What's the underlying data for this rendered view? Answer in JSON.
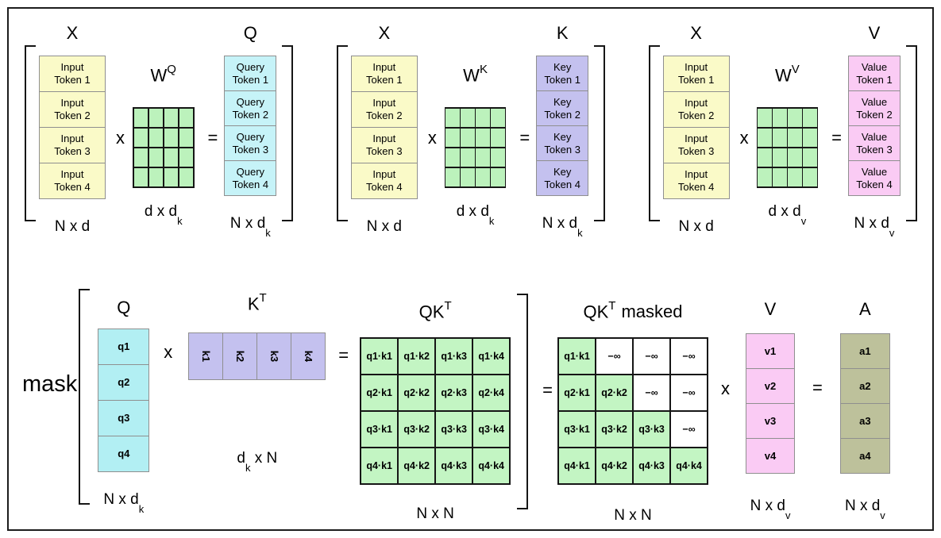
{
  "colors": {
    "input_yellow": "#FAFAC8",
    "weight_green": "#BCF2BC",
    "qk_green": "#C3F5C3",
    "query_cyan": "#C6F3F8",
    "key_lavender": "#C4C1EF",
    "value_pink": "#FACBF4",
    "attention_olive": "#BDC19B",
    "mask_white": "#FFFFFF",
    "line_black": "#161616",
    "cell_border_gray": "#8F8F8F"
  },
  "top_row": {
    "groups": [
      {
        "input": {
          "title": "X",
          "cells": [
            "Input\nToken 1",
            "Input\nToken 2",
            "Input\nToken 3",
            "Input\nToken 4"
          ],
          "dim": {
            "pre": "N x d",
            "sub": "",
            "post": ""
          }
        },
        "op_mul": "x",
        "weight": {
          "base": "W",
          "sup": "Q",
          "dim": {
            "pre": "d x d",
            "sub": "k",
            "post": ""
          }
        },
        "op_eq": "=",
        "result": {
          "title": "Q",
          "cells": [
            "Query\nToken 1",
            "Query\nToken 2",
            "Query\nToken 3",
            "Query\nToken 4"
          ],
          "dim": {
            "pre": "N x d",
            "sub": "k",
            "post": ""
          }
        }
      },
      {
        "input": {
          "title": "X",
          "cells": [
            "Input\nToken 1",
            "Input\nToken 2",
            "Input\nToken 3",
            "Input\nToken 4"
          ],
          "dim": {
            "pre": "N x d",
            "sub": "",
            "post": ""
          }
        },
        "op_mul": "x",
        "weight": {
          "base": "W",
          "sup": "K",
          "dim": {
            "pre": "d x d",
            "sub": "k",
            "post": ""
          }
        },
        "op_eq": "=",
        "result": {
          "title": "K",
          "cells": [
            "Key\nToken 1",
            "Key\nToken 2",
            "Key\nToken 3",
            "Key\nToken 4"
          ],
          "dim": {
            "pre": "N x d",
            "sub": "k",
            "post": ""
          }
        }
      },
      {
        "input": {
          "title": "X",
          "cells": [
            "Input\nToken 1",
            "Input\nToken 2",
            "Input\nToken 3",
            "Input\nToken 4"
          ],
          "dim": {
            "pre": "N x d",
            "sub": "",
            "post": ""
          }
        },
        "op_mul": "x",
        "weight": {
          "base": "W",
          "sup": "V",
          "dim": {
            "pre": "d x d",
            "sub": "v",
            "post": ""
          }
        },
        "op_eq": "=",
        "result": {
          "title": "V",
          "cells": [
            "Value\nToken 1",
            "Value\nToken 2",
            "Value\nToken 3",
            "Value\nToken 4"
          ],
          "dim": {
            "pre": "N x d",
            "sub": "v",
            "post": ""
          }
        }
      }
    ]
  },
  "bottom_row": {
    "mask_label": "mask",
    "q": {
      "title": "Q",
      "cells": [
        "q1",
        "q2",
        "q3",
        "q4"
      ],
      "dim": {
        "pre": "N x d",
        "sub": "k",
        "post": ""
      }
    },
    "op_mul1": "x",
    "kt": {
      "title_base": "K",
      "title_sup": "T",
      "cells": [
        "k1",
        "k2",
        "k3",
        "k4"
      ],
      "dim": {
        "pre": "d",
        "sub": "k",
        "post": " x N"
      }
    },
    "op_eq1": "=",
    "qk": {
      "title_base": "QK",
      "title_sup": "T",
      "title_suffix": "",
      "rows": [
        [
          "q1·k1",
          "q1·k2",
          "q1·k3",
          "q1·k4"
        ],
        [
          "q2·k1",
          "q2·k2",
          "q2·k3",
          "q2·k4"
        ],
        [
          "q3·k1",
          "q3·k2",
          "q3·k3",
          "q3·k4"
        ],
        [
          "q4·k1",
          "q4·k2",
          "q4·k3",
          "q4·k4"
        ]
      ],
      "dim": {
        "pre": "N x N",
        "sub": "",
        "post": ""
      }
    },
    "op_eq2": "=",
    "masked": {
      "title_base": "QK",
      "title_sup": "T",
      "title_suffix": "masked",
      "rows": [
        [
          "q1·k1",
          "−∞",
          "−∞",
          "−∞"
        ],
        [
          "q2·k1",
          "q2·k2",
          "−∞",
          "−∞"
        ],
        [
          "q3·k1",
          "q3·k2",
          "q3·k3",
          "−∞"
        ],
        [
          "q4·k1",
          "q4·k2",
          "q4·k3",
          "q4·k4"
        ]
      ],
      "dim": {
        "pre": "N x N",
        "sub": "",
        "post": ""
      }
    },
    "op_mul2": "x",
    "v": {
      "title": "V",
      "cells": [
        "v1",
        "v2",
        "v3",
        "v4"
      ],
      "dim": {
        "pre": "N x d",
        "sub": "v",
        "post": ""
      }
    },
    "op_eq3": "=",
    "a": {
      "title": "A",
      "cells": [
        "a1",
        "a2",
        "a3",
        "a4"
      ],
      "dim": {
        "pre": "N x d",
        "sub": "v",
        "post": ""
      }
    }
  }
}
